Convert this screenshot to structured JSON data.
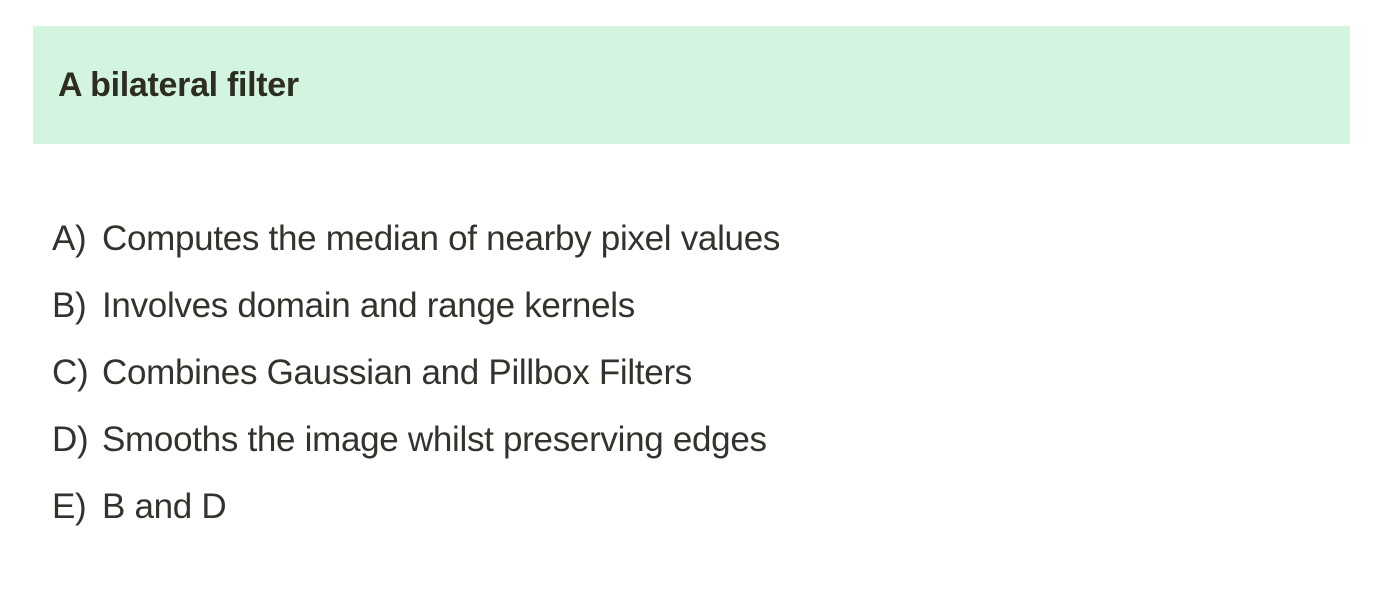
{
  "question": {
    "title": "A bilateral filter",
    "banner_color": "#d3f4de"
  },
  "options": [
    {
      "letter": "A)",
      "text": "Computes the median of nearby pixel values"
    },
    {
      "letter": "B)",
      "text": "Involves domain and range kernels"
    },
    {
      "letter": "C)",
      "text": "Combines Gaussian and Pillbox Filters"
    },
    {
      "letter": "D)",
      "text": "Smooths the image whilst preserving edges"
    },
    {
      "letter": "E)",
      "text": "B and D"
    }
  ]
}
